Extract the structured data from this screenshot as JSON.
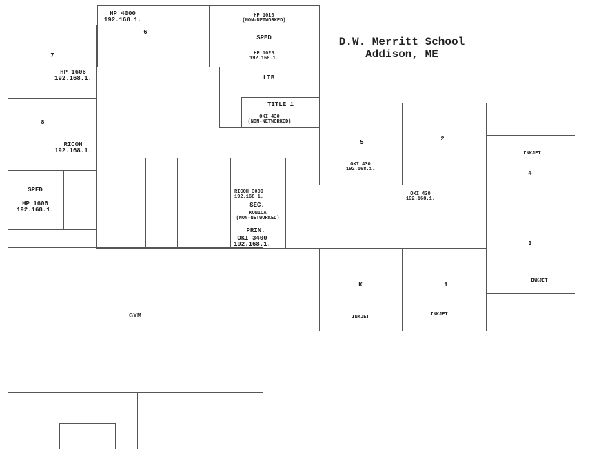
{
  "title": {
    "line1": "D.W. Merritt School",
    "line2": "Addison, ME"
  },
  "rooms": {
    "r6": {
      "label": "6",
      "printer": "HP 4000",
      "ip": "192.168.1."
    },
    "sped_top": {
      "label": "SPED",
      "printer1": "HP 1010",
      "printer1_note": "(NON-NETWORKED)",
      "printer2": "HP 1025",
      "ip": "192.168.1."
    },
    "lib": {
      "label": "LIB"
    },
    "title1": {
      "label": "TITLE 1",
      "printer": "OKI 430",
      "note": "(NON-NETWORKED)"
    },
    "r7": {
      "label": "7",
      "printer": "HP 1606",
      "ip": "192.168.1."
    },
    "r8": {
      "label": "8",
      "printer": "RICOH",
      "ip": "192.168.1."
    },
    "sped_left": {
      "label": "SPED",
      "printer": "HP 1606",
      "ip": "192.168.1."
    },
    "sec": {
      "label": "SEC.",
      "printer1": "RICOH 3000",
      "ip": "192.168.1.",
      "printer2": "KONICA",
      "note": "(NON-NETWORKED)"
    },
    "prin": {
      "label": "PRIN.",
      "printer": "OKI 3400",
      "ip": "192.168.1."
    },
    "r5": {
      "label": "5",
      "printer": "OKI 430",
      "ip": "192.168.1."
    },
    "r2": {
      "label": "2"
    },
    "hall": {
      "printer": "OKI 430",
      "ip": "192.168.1."
    },
    "r4": {
      "label": "4",
      "printer": "INKJET"
    },
    "r3": {
      "label": "3",
      "printer": "INKJET"
    },
    "rk": {
      "label": "K",
      "printer": "INKJET"
    },
    "r1": {
      "label": "1",
      "printer": "INKJET"
    },
    "gym": {
      "label": "GYM"
    }
  }
}
